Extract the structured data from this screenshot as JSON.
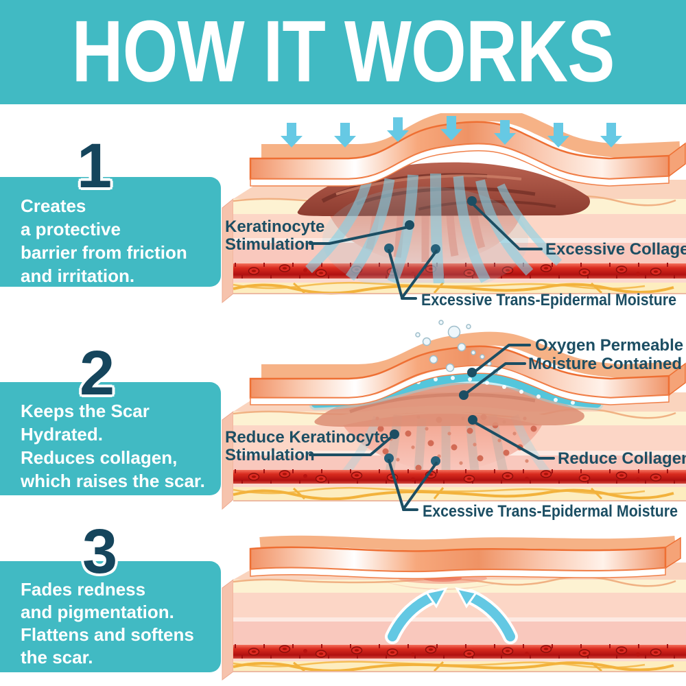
{
  "header": {
    "title": "HOW IT WORKS"
  },
  "steps": [
    {
      "number": "1",
      "lines": [
        "Creates",
        "a protective",
        "barrier from friction",
        "and irritation."
      ]
    },
    {
      "number": "2",
      "lines": [
        "Keeps the Scar",
        "Hydrated.",
        "Reduces collagen,",
        "which raises the scar."
      ]
    },
    {
      "number": "3",
      "lines": [
        "Fades redness",
        "and pigmentation.",
        "Flattens and softens",
        "the scar."
      ]
    }
  ],
  "diagram1": {
    "labels": {
      "keratinocyte_1": "Keratinocyte",
      "keratinocyte_2": "Stimulation",
      "excessive_collagen": "Excessive Collagen",
      "excessive_moisture": "Excessive Trans-Epidermal Moisture"
    }
  },
  "diagram2": {
    "labels": {
      "oxygen_permeable": "Oxygen Permeable",
      "moisture_contained": "Moisture Contained",
      "reduce_keratinocyte_1": "Reduce Keratinocyte",
      "reduce_keratinocyte_2": "Stimulation",
      "reduce_collagen": "Reduce Collagen",
      "excessive_moisture": "Excessive Trans-Epidermal Moisture"
    }
  },
  "colors": {
    "teal": "#41bac3",
    "number_navy": "#15455c",
    "label_navy": "#1c4e63",
    "arrow_blue": "#66c9e4",
    "patch_orange_border": "#ee6f33",
    "blood_red": "#c01717",
    "fat_strand_yellow": "#f2b23c",
    "moisture_blue": "#59c8dd",
    "scar_dark": "#8c3b2f",
    "skin_pink": "#f9c8bd",
    "title_white": "#ffffff"
  }
}
